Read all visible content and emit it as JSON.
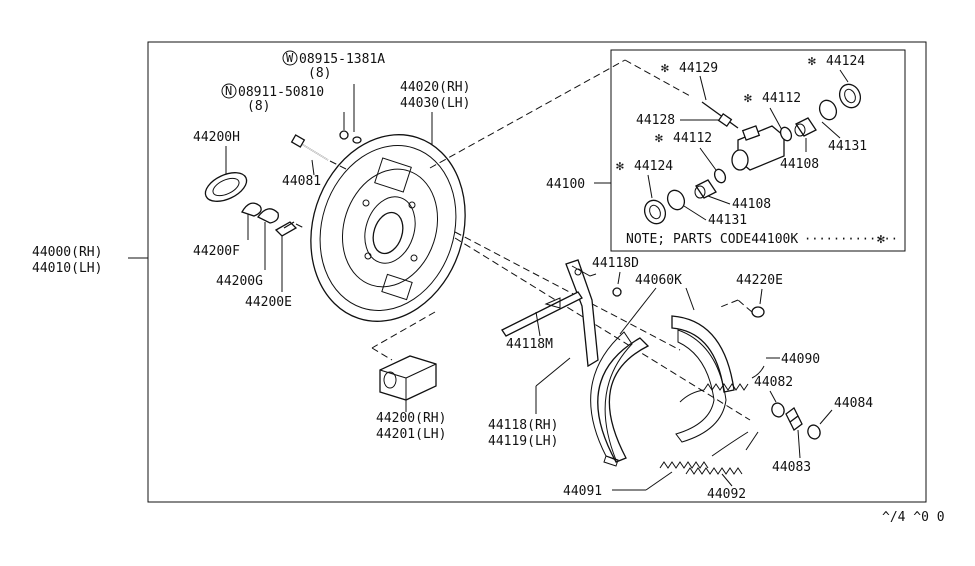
{
  "diagram": {
    "assembly_labels": {
      "rh": "44000(RH)",
      "lh": "44010(LH)"
    },
    "washer_label": {
      "symbol": "W",
      "part": "08915-1381A",
      "qty": "(8)"
    },
    "nut_label": {
      "symbol": "N",
      "part": "08911-50810",
      "qty": "(8)"
    },
    "plate_labels": {
      "rh": "44020(RH)",
      "lh": "44030(LH)"
    },
    "left_parts": {
      "p44200H": "44200H",
      "p44081": "44081",
      "p44200F": "44200F",
      "p44200G": "44200G",
      "p44200E": "44200E"
    },
    "cylinder_labels": {
      "rh": "44200(RH)",
      "lh": "44201(LH)"
    },
    "inset": {
      "p44129": "44129",
      "p44124a": "44124",
      "p44112a": "44112",
      "p44128": "44128",
      "p44112b": "44112",
      "p44108a": "44108",
      "p44131a": "44131",
      "p44124b": "44124",
      "p44108b": "44108",
      "p44131b": "44131",
      "asterisk": "✻",
      "note": "NOTE; PARTS CODE44100K",
      "note_dots": "·············",
      "note_asterisk": "✻"
    },
    "p44100": "44100",
    "p44118D": "44118D",
    "p44060K": "44060K",
    "p44220E": "44220E",
    "p44118M": "44118M",
    "p44090": "44090",
    "p44082": "44082",
    "p44084": "44084",
    "shoe_labels": {
      "rh": "44118(RH)",
      "lh": "44119(LH)"
    },
    "p44083": "44083",
    "p44091": "44091",
    "p44092": "44092",
    "footer_code": "^/4 ^0 0"
  }
}
